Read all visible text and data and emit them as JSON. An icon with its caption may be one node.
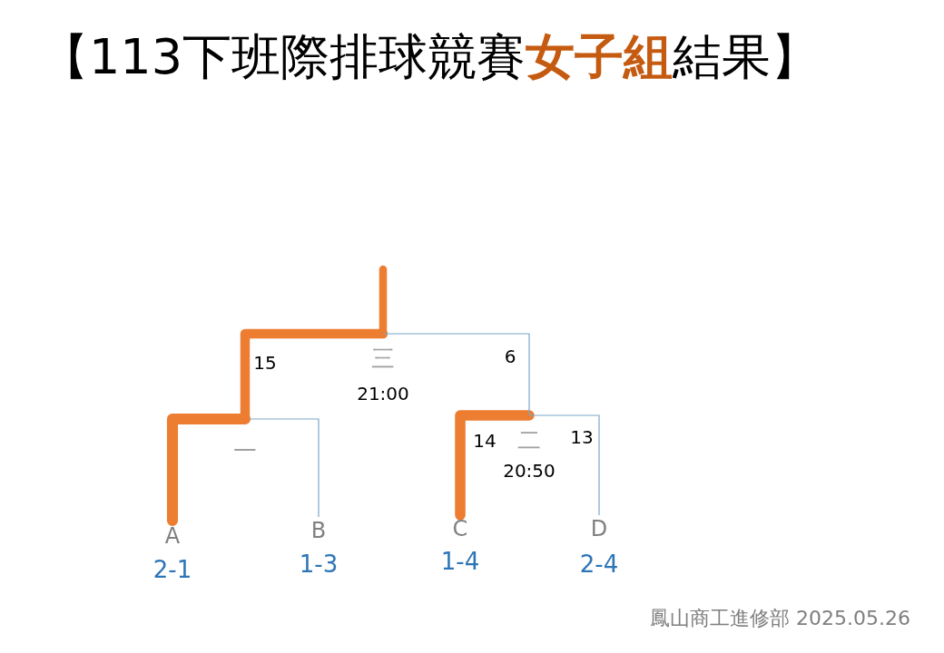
{
  "diagram": {
    "title": "【113下班際排球競賽**女子組**結果】",
    "nodes": [
      {
        "text": [
          "三",
          "21:00"
        ]
      },
      {
        "text": [
          "一"
        ]
      },
      {
        "text": [
          "二",
          "20:50"
        ]
      },
      {
        "text": [
          "A",
          "2-1"
        ]
      },
      {
        "text": [
          "B",
          "1-3"
        ]
      },
      {
        "text": [
          "C",
          "1-4"
        ]
      },
      {
        "text": [
          "D",
          "2-4"
        ]
      }
    ],
    "edges": [
      {
        "from": 3,
        "to": 1,
        "arrow": "none",
        "style": "thick",
        "color": "#ed7d31"
      },
      {
        "from": 4,
        "to": 1,
        "arrow": "none",
        "color": "#7ba7c7"
      },
      {
        "from": 1,
        "to": 0,
        "label": "15",
        "arrow": "none",
        "style": "thick",
        "color": "#ed7d31"
      },
      {
        "from": 5,
        "to": 2,
        "label": "14",
        "arrow": "none",
        "style": "thick",
        "color": "#ed7d31"
      },
      {
        "from": 6,
        "to": 2,
        "label": "13",
        "arrow": "none",
        "color": "#7ba7c7"
      },
      {
        "from": 2,
        "to": 0,
        "label": "6",
        "arrow": "none",
        "color": "#7ba7c7"
      }
    ],
    "labels": [
      "鳳山商工進修部 2025.05.26"
    ]
  }
}
